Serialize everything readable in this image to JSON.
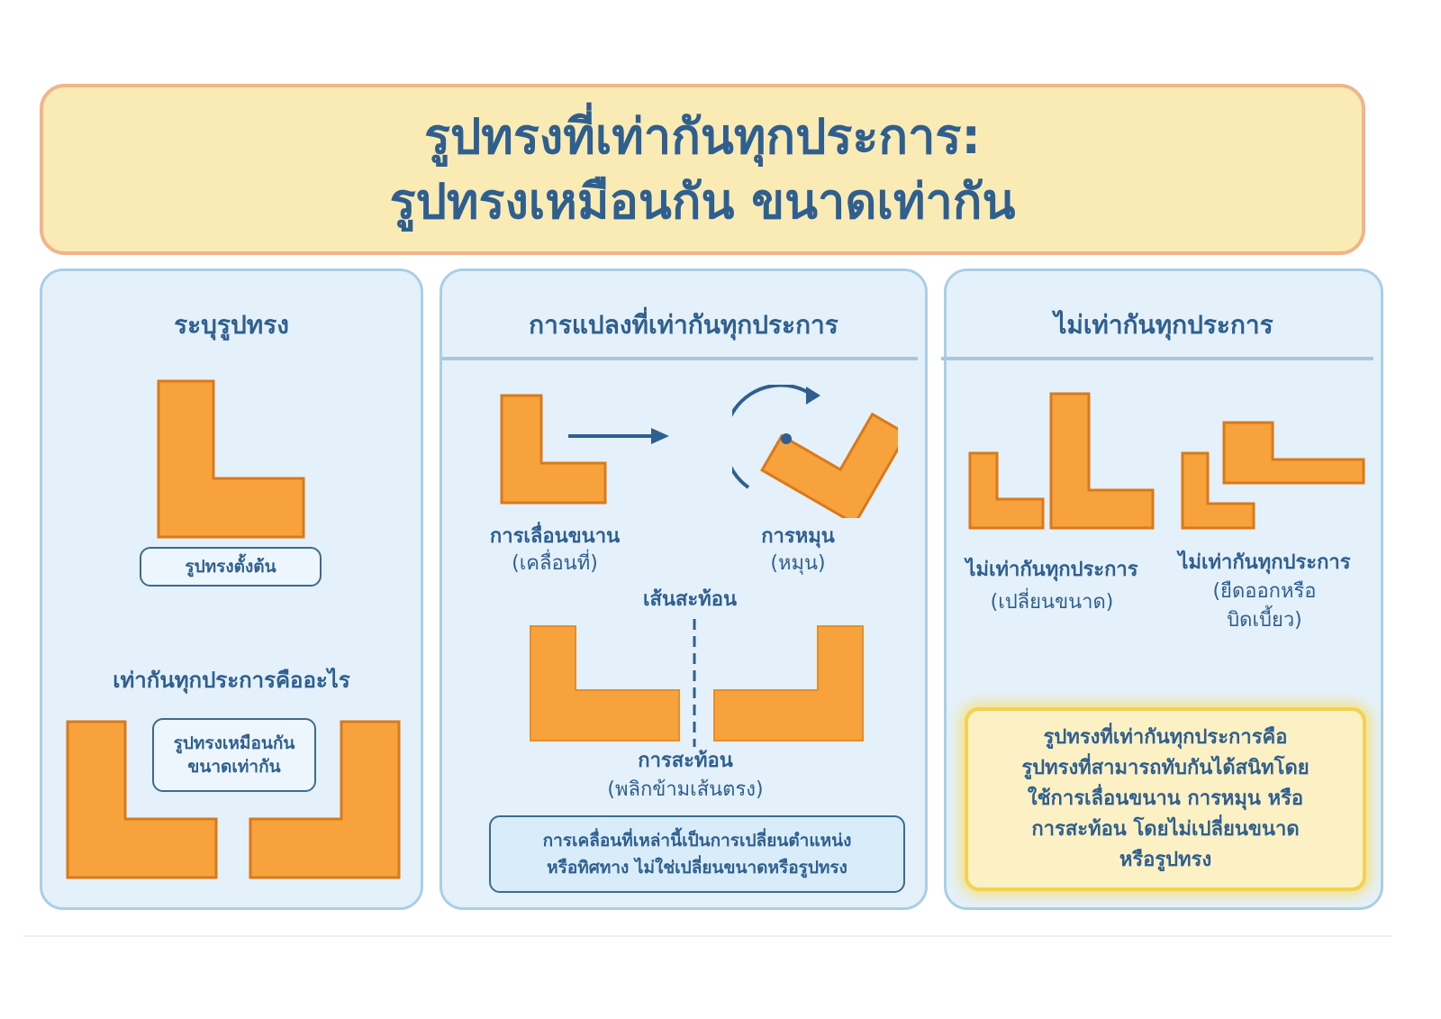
{
  "header": {
    "title_line1": "รูปทรงที่เท่ากันทุกประการ:",
    "title_line2": "รูปทรงเหมือนกัน ขนาดเท่ากัน"
  },
  "panel_identify": {
    "title": "ระบุรูปทรง",
    "original_label": "รูปทรงตั้งต้น",
    "question": "เท่ากันทุกประการคืออะไร",
    "definition_line1": "รูปทรงเหมือนกัน",
    "definition_line2": "ขนาดเท่ากัน"
  },
  "panel_transform": {
    "title": "การแปลงที่เท่ากันทุกประการ",
    "translation_label": "การเลื่อนขนาน",
    "translation_sub": "(เคลื่อนที่)",
    "rotation_label": "การหมุน",
    "rotation_sub": "(หมุน)",
    "mirror_line_label": "เส้นสะท้อน",
    "reflection_label": "การสะท้อน",
    "reflection_sub": "(พลิกข้ามเส้นตรง)",
    "note_line1": "การเคลื่อนที่เหล่านี้เป็นการเปลี่ยนตำแหน่ง",
    "note_line2": "หรือทิศทาง ไม่ใช่เปลี่ยนขนาดหรือรูปทรง"
  },
  "panel_not": {
    "title": "ไม่เท่ากันทุกประการ",
    "case1_label": "ไม่เท่ากันทุกประการ",
    "case1_sub": "(เปลี่ยนขนาด)",
    "case2_label": "ไม่เท่ากันทุกประการ",
    "case2_sub_line1": "(ยืดออกหรือ",
    "case2_sub_line2": "บิดเบี้ยว)",
    "summary_line1": "รูปทรงที่เท่ากันทุกประการคือ",
    "summary_line2": "รูปทรงที่สามารถทับกันได้สนิทโดย",
    "summary_line3": "ใช้การเลื่อนขนาน การหมุน หรือ",
    "summary_line4": "การสะท้อน โดยไม่เปลี่ยนขนาด",
    "summary_line5": "หรือรูปทรง"
  },
  "colors": {
    "shape_fill": "#f7a23c",
    "shape_stroke": "#d9791a",
    "text": "#2f5f8f",
    "banner_bg": "#faeab4",
    "banner_border": "#f2b48a",
    "panel_bg": "#e4f1fb",
    "panel_border": "#a9cfe6",
    "summary_bg": "#fbf1c4"
  },
  "icons": [
    "l-shape",
    "right-arrow-icon",
    "rotate-arrow-icon",
    "mirror-line"
  ]
}
